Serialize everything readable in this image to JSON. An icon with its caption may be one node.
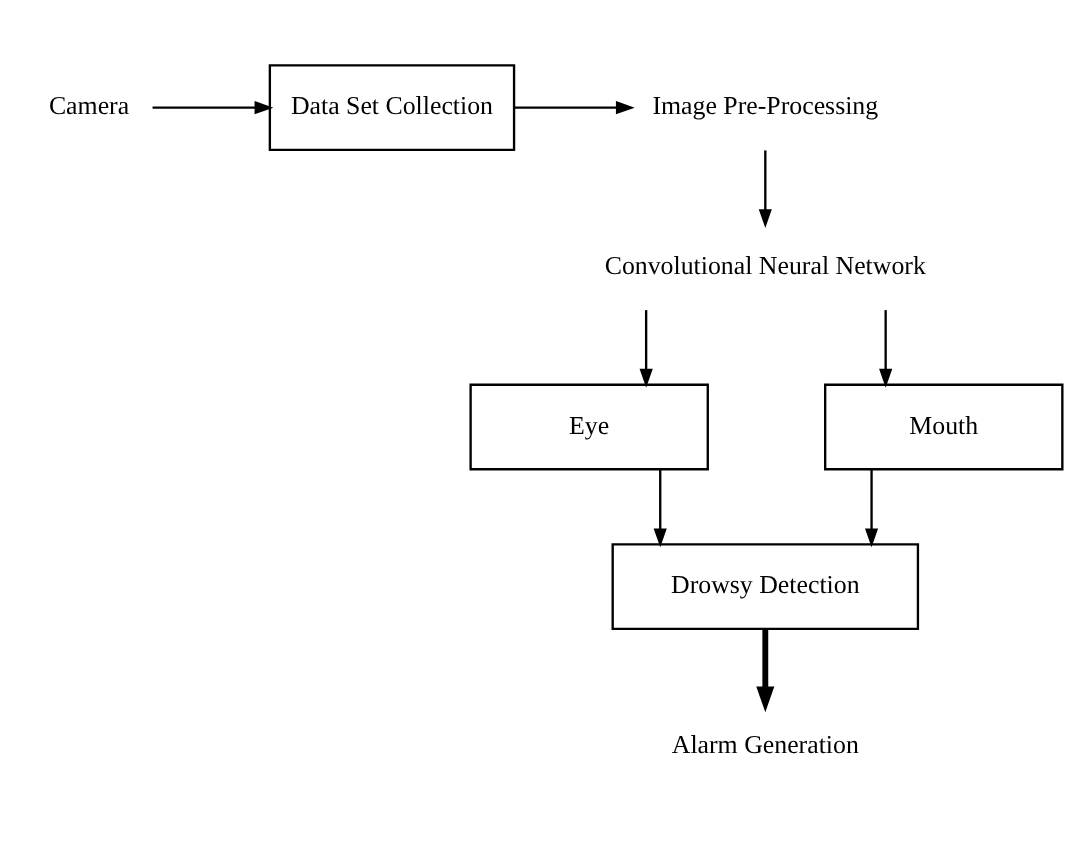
{
  "diagram": {
    "nodes": [
      {
        "text": [
          "Camera"
        ]
      },
      {
        "text": [
          "Data Set Collection"
        ]
      },
      {
        "text": [
          "Image Pre-Processing"
        ]
      },
      {
        "text": [
          "Convolutional Neural Network"
        ]
      },
      {
        "text": [
          "Eye"
        ]
      },
      {
        "text": [
          "Mouth"
        ]
      },
      {
        "text": [
          "Drowsy Detection"
        ]
      },
      {
        "text": [
          "Alarm Generation"
        ]
      }
    ],
    "edges": [
      {
        "from": 0,
        "to": 1,
        "arrow": "to"
      },
      {
        "from": 1,
        "to": 2,
        "arrow": "to"
      },
      {
        "from": 2,
        "to": 3,
        "arrow": "to"
      },
      {
        "from": 3,
        "to": 4,
        "arrow": "to"
      },
      {
        "from": 3,
        "to": 5,
        "arrow": "to"
      },
      {
        "from": 4,
        "to": 6,
        "arrow": "to"
      },
      {
        "from": 5,
        "to": 6,
        "arrow": "to"
      },
      {
        "from": 6,
        "to": 7,
        "arrow": "to",
        "style": "thick"
      }
    ]
  }
}
